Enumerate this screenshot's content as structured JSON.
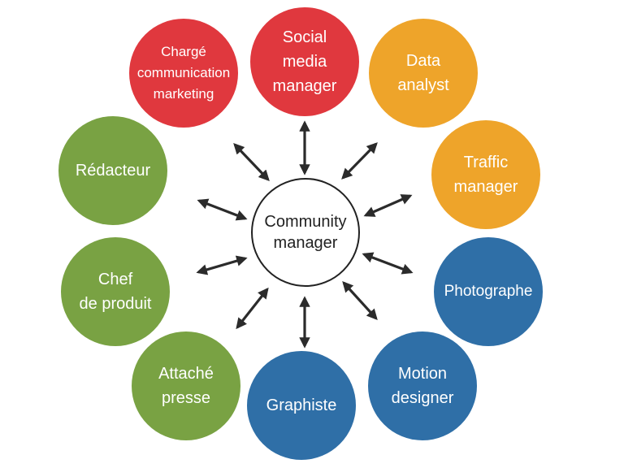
{
  "diagram": {
    "center": {
      "lines": [
        "Community",
        "manager"
      ]
    },
    "colors": {
      "red": "#e0383e",
      "orange": "#eea42a",
      "blue": "#2f6fa7",
      "green": "#79a243",
      "arrow": "#2b2b2b"
    },
    "roles": [
      {
        "lines": [
          "Social",
          "media",
          "manager"
        ],
        "color": "red"
      },
      {
        "lines": [
          "Data",
          "analyst"
        ],
        "color": "orange"
      },
      {
        "lines": [
          "Traffic",
          "manager"
        ],
        "color": "orange"
      },
      {
        "lines": [
          "Photographe"
        ],
        "color": "blue"
      },
      {
        "lines": [
          "Motion",
          "designer"
        ],
        "color": "blue"
      },
      {
        "lines": [
          "Graphiste"
        ],
        "color": "blue"
      },
      {
        "lines": [
          "Attaché",
          "presse"
        ],
        "color": "green"
      },
      {
        "lines": [
          "Chef",
          "de produit"
        ],
        "color": "green"
      },
      {
        "lines": [
          "Rédacteur"
        ],
        "color": "green"
      },
      {
        "lines": [
          "Chargé",
          "communication",
          "marketing"
        ],
        "color": "red"
      }
    ]
  }
}
